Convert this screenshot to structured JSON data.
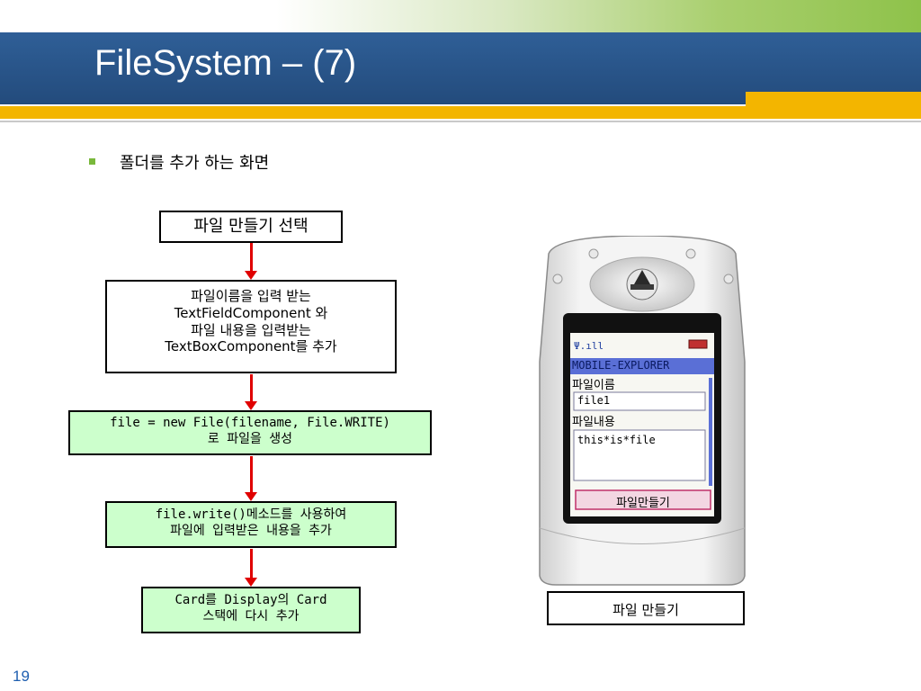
{
  "slide": {
    "title": "FileSystem – (7)",
    "bullet": "폴더를 추가 하는 화면",
    "page_number": "19"
  },
  "flow": {
    "step1": "파일 만들기 선택",
    "step2": [
      "파일이름을 입력 받는",
      "TextFieldComponent 와",
      "파일 내용을 입력받는",
      "TextBoxComponent를 추가"
    ],
    "step3": [
      "file = new File(filename, File.WRITE)",
      "로 파일을 생성"
    ],
    "step4": [
      "file.write()메소드를 사용하여",
      "파일에 입력받은 내용을 추가"
    ],
    "step5": [
      "Card를 Display의 Card",
      "스택에 다시 추가"
    ]
  },
  "phone": {
    "app_title": "MOBILE-EXPLORER",
    "filename_label": "파일이름",
    "filename_value": "file1",
    "content_label": "파일내용",
    "content_value": "this*is*file",
    "button_label": "파일만들기"
  },
  "caption": "파일 만들기",
  "colors": {
    "title_bar": "#2a5689",
    "accent_orange": "#f3b500",
    "accent_green": "#8ec24a",
    "arrow_red": "#e00000",
    "box_green": "#ccffcc"
  }
}
